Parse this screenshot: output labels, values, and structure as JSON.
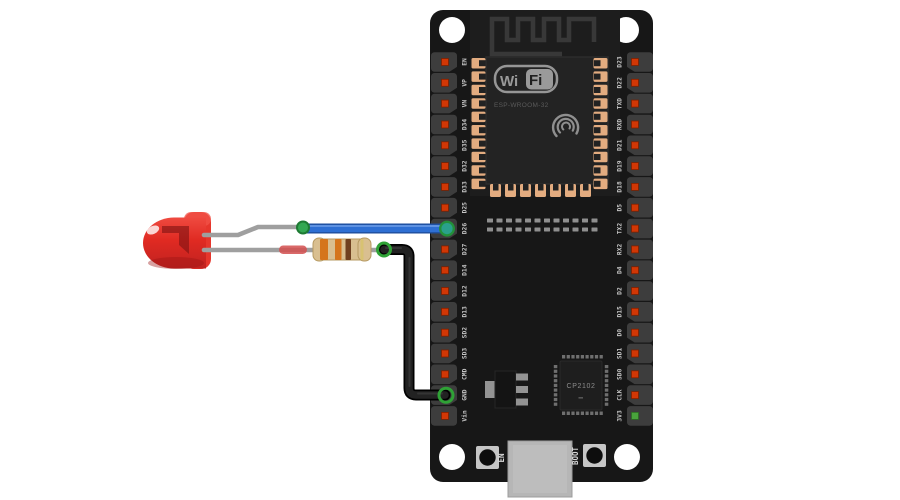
{
  "title": "ESP32 dev board with red LED and resistor circuit",
  "board": {
    "module_label": "ESP-WROOM-32",
    "usb_chip_label": "CP2102",
    "wifi_logo": {
      "wi": "Wi",
      "fi": "Fi"
    },
    "en_button_label": "EN",
    "boot_button_label": "BOOT",
    "left_pins": [
      "EN",
      "VP",
      "VN",
      "D34",
      "D35",
      "D32",
      "D33",
      "D25",
      "D26",
      "D27",
      "D14",
      "D12",
      "D13",
      "SD2",
      "SD3",
      "CMD",
      "GND",
      "Vin"
    ],
    "right_pins": [
      "D23",
      "D22",
      "TXD",
      "RXD",
      "D21",
      "D19",
      "D18",
      "D5",
      "TX2",
      "RX2",
      "D4",
      "D2",
      "D15",
      "D0",
      "SD1",
      "SD0",
      "CLK",
      "3V3"
    ],
    "highlighted_pins": {
      "blue_wire_pin": "D26",
      "black_wire_pin": "GND",
      "green_power_pin": "3V3"
    }
  },
  "components": {
    "led": {
      "kind": "red-led",
      "body_color": "#e0332a"
    },
    "resistor": {
      "kind": "axial-resistor",
      "body_color": "#d9bf90",
      "band_names": [
        "orange",
        "orange",
        "brown",
        "gold"
      ],
      "band_colors": [
        "#d5751c",
        "#d5751c",
        "#70401f",
        "#d8c272"
      ]
    }
  },
  "wires": [
    {
      "name": "blue-wire",
      "color": "#2e6fd3",
      "from": "led-anode",
      "to": "D26"
    },
    {
      "name": "black-wire",
      "color": "#1c1c1c",
      "from": "resistor-lead",
      "to": "GND"
    }
  ],
  "colors": {
    "board": "#171717",
    "pin_cell": "#3d3d3d",
    "pin_red": "#d13705",
    "pin_red_border": "#7e2000",
    "pin_green": "#49a33c",
    "pin_green_border": "#2c6b24",
    "pad_copper": "#e3ac80",
    "pad_notch": "#222222",
    "smd_dot": "#8f8f8f",
    "connection_green": "#2fa236",
    "d26_dot_fill": "#2aa08b",
    "leg_gray": "#9f9f9f"
  }
}
